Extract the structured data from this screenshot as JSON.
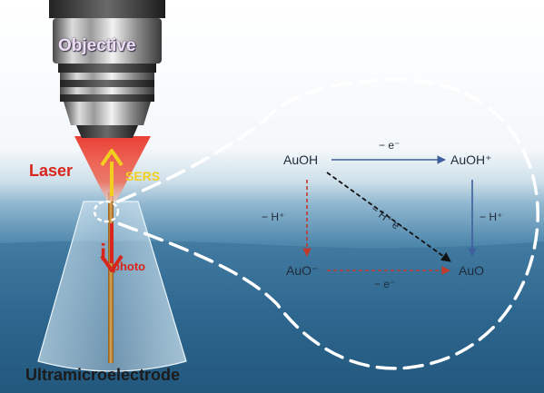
{
  "labels": {
    "objective": "Objective",
    "laser": "Laser",
    "sers": "SERS",
    "photocurrent_symbol": "i",
    "photocurrent_subscript": "photo",
    "electrode": "Ultramicroelectrode"
  },
  "reaction_scheme": {
    "species": {
      "auoh": "AuOH",
      "auoh_plus": "AuOH⁺",
      "auo_minus": "AuO⁻",
      "auo": "AuO"
    },
    "steps": {
      "top": "− e⁻",
      "right": "− H⁺",
      "left": "− H⁺",
      "bottom": "− e⁻",
      "diagonal": "− H⁺ e⁻"
    }
  },
  "colors": {
    "laser_red": "#d8261c",
    "sers_yellow": "#f2cf1f",
    "arrow_blue": "#3e5f9c",
    "arrow_red": "#c0392b",
    "arrow_black": "#111111",
    "bubble_dash": "#ffffff"
  }
}
